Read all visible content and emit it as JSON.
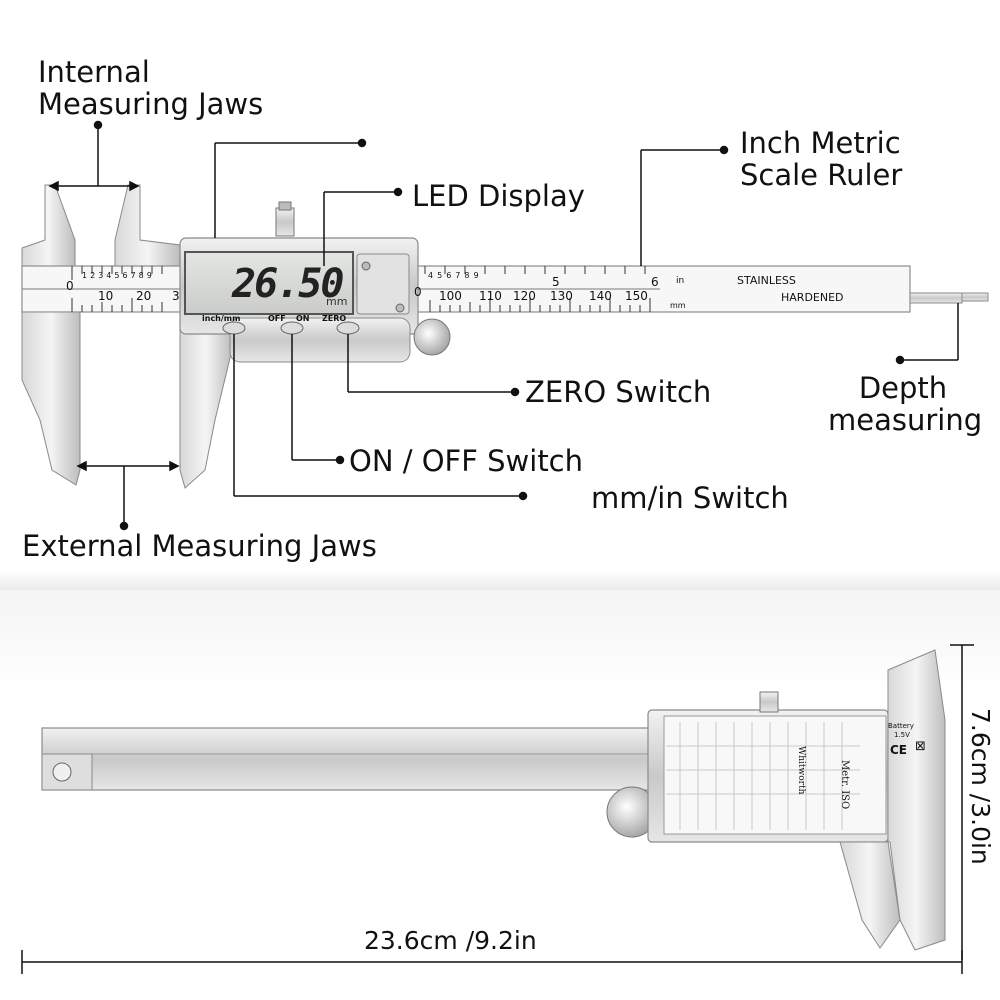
{
  "labels": {
    "internal_jaws_line1": "Internal",
    "internal_jaws_line2": "Measuring Jaws",
    "led_display": "LED Display",
    "inch_metric_line1": "Inch Metric",
    "inch_metric_line2": "Scale Ruler",
    "zero_switch": "ZERO Switch",
    "on_off_switch": "ON / OFF Switch",
    "mm_in_switch": "mm/in Switch",
    "depth_line1": "Depth",
    "depth_line2": "measuring",
    "external_jaws": "External Measuring Jaws"
  },
  "display": {
    "reading": "26.50",
    "unit": "mm",
    "btn_inch_mm": "inch/mm",
    "btn_off": "OFF",
    "btn_on": "ON",
    "btn_zero": "ZERO"
  },
  "scale": {
    "main_numbers": [
      "0",
      "10",
      "20",
      "3"
    ],
    "inch_ticks_left": [
      "1",
      "2",
      "3",
      "4",
      "5",
      "6",
      "7",
      "8",
      "9"
    ],
    "inch_ticks_right": [
      "4",
      "5",
      "6",
      "7",
      "8",
      "9"
    ],
    "right_numbers": [
      "0",
      "100",
      "110",
      "120",
      "130",
      "140",
      "150"
    ],
    "inch_marks": [
      "5",
      "6"
    ],
    "in_label": "in",
    "mm_label": "mm",
    "stainless": "STAINLESS",
    "hardened": "HARDENED"
  },
  "dimensions": {
    "length": "23.6cm /9.2in",
    "height": "7.6cm /3.0in"
  },
  "back_plate": {
    "title": "Metr. ISO",
    "whitworth": "Whitworth",
    "battery": "Battery",
    "voltage": "1.5V",
    "ce": "CE"
  }
}
